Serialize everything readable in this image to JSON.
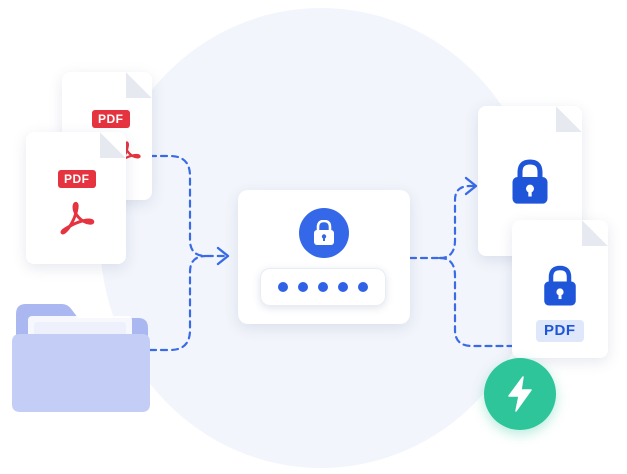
{
  "files": {
    "pdf_label": "PDF",
    "protected_label": "PDF"
  },
  "password": {
    "masked_characters": 5
  },
  "colors": {
    "accent_blue": "#2f62e6",
    "pdf_red": "#e5333f",
    "bolt_green": "#2ec59b",
    "folder_lavender": "#b8c4f4"
  },
  "icons": {
    "acrobat": "acrobat-icon",
    "lock": "lock-icon",
    "folder": "folder-icon",
    "bolt": "lightning-bolt-icon"
  }
}
